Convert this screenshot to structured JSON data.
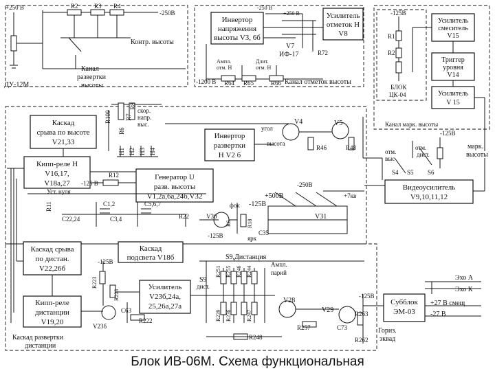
{
  "title": "Блок ИВ-06М. Схема функциональная",
  "colors": {
    "ink": "#111111",
    "paper": "#ffffff"
  },
  "blocks": {
    "cascade_sryva_vysota": [
      "Каскад",
      "срыва по высоте",
      "V21,33"
    ],
    "kipp_rele_n": [
      "Кипп-реле Н",
      "V16,17,",
      "V18а,27"
    ],
    "generator_u": [
      "Генератор U",
      "разв. высоты",
      "V1,2а,6а,24б,V32"
    ],
    "invertor_razvertki": [
      "Инвертор",
      "развертки",
      "Н V2 б"
    ],
    "invertor_napryazheniya": [
      "Инвертор",
      "напряжения",
      "высоты V3, 6б"
    ],
    "usilitel_otmetok": [
      "Усилитель",
      "отметок Н",
      "V8"
    ],
    "usilitel_smesitel": [
      "Усилитель",
      "смеситель",
      "V15"
    ],
    "trigger_urovnya": [
      "Триггер",
      "уровня",
      "V14"
    ],
    "usilitel_v15": [
      "Усилитель",
      "V 15"
    ],
    "videousilitel": [
      "Видеоусилитель",
      "V9,10,11,12"
    ],
    "cascade_sryva_distanciya": [
      "Каскад срыва",
      "по дистан.",
      "V22,26б"
    ],
    "cascade_podsveta": [
      "Каскад",
      "подсвета V18б"
    ],
    "kipp_rele_distancii": [
      "Кипп-реле",
      "дистанции",
      "V19,20"
    ],
    "usilitel_v23": [
      "Усилитель",
      "V23б,24а,",
      "25,26а,27а"
    ],
    "subblok_em03": [
      "Субблок",
      "ЭМ-03"
    ]
  },
  "labels": {
    "plus250_top": "+250 В",
    "du12m": "ДУ-12М",
    "r2": "R2",
    "r3": "R3",
    "r4": "R4",
    "to_250": "-250В",
    "kontr_vysoty": "Контр. высоты",
    "kanal_razvertki": [
      "Канал",
      "развертки",
      "высоты"
    ],
    "minus250_top": "-250 В",
    "plus250_v8": "+250 В",
    "v7": "V7",
    "if17": "ИФ-17",
    "r72": "R72",
    "ampl_otm": [
      "Ампл.",
      "отм. Н"
    ],
    "dlit_otm": [
      "Длит.",
      "отм. Н"
    ],
    "minus1200": "-1200 В",
    "r64": "R64",
    "r65": "R65",
    "r66": "R66",
    "kanal_otmetok_vysoty": "Канал отметок высоты",
    "blok_ck04": [
      "БЛОК",
      "ЦК-04"
    ],
    "minus125_r1": "-125В",
    "r1": "R1",
    "r2b": "R2",
    "kanal_mark_vysoty": "Канал марк. высоты",
    "r109": "R109",
    "r6": "R6",
    "r7": "R7",
    "r8": "R8",
    "skor_napr_vys": [
      "скор.",
      "напр.",
      "выс."
    ],
    "h1": "Н1",
    "h2": "Н2",
    "h3": "Н3",
    "h4": "Н4",
    "v4": "V4",
    "v5": "V5",
    "ugol": "угол",
    "vysota": "высота",
    "r46": "R46",
    "r48": "R48",
    "minus125_right": "-125В",
    "otm_vys": [
      "отм.",
      "выс"
    ],
    "otm_dist": [
      "отм.",
      "дист."
    ],
    "s4": "S4",
    "s5": "S5",
    "s6": "S6",
    "mark_vysoty": [
      "марк.",
      "высоты"
    ],
    "minus125_r12": "-125 В",
    "r12": "R12",
    "ust_nulya": "Уст. нуля",
    "r11": "R11",
    "c12": "С1,2",
    "c567": "С5,6,7",
    "c2224": "С22,24",
    "c34": "С3,4",
    "r22": "R22",
    "minus250_mid": "-250В",
    "plus500": "+500В",
    "minus125_mid": "-125В",
    "plus7kv": "+7кв",
    "fok": "фок",
    "v30": "V30",
    "r6b": "R6",
    "r18": "R18",
    "v31": "V31",
    "c35": "С35",
    "minus125_low": "-125В",
    "yark": "ярк",
    "s9_distanciya": "S9,Дистанция",
    "ampl_pariy": [
      "Ампл.",
      "парий"
    ],
    "s9": "S9",
    "dist": "дист.",
    "minus125_v23": "-125В",
    "r223": "R223",
    "r223b": "R223",
    "r222": "R222",
    "c63": "С63",
    "v23b": "V23б",
    "r251": "R251",
    "r255": "R255",
    "r246": "R246",
    "r244": "R244",
    "r239": "R239",
    "r236": "R236",
    "r247": "R247",
    "r248": "R248",
    "v28": "V28",
    "v29": "V29",
    "r257": "R257",
    "c73": "С73",
    "r263": "R263",
    "r262": "R262",
    "minus125_v29": "-125В",
    "goriz_ekvad": [
      "Гориз.",
      "эквад"
    ],
    "eho_a": "Эхо А",
    "eho_k": "Эхо К",
    "plus27_smesh": "+27 В смещ",
    "minus27": "-27 В",
    "kaskad_razvertki_dist": [
      "Каскад развертки",
      "дистанции"
    ]
  }
}
